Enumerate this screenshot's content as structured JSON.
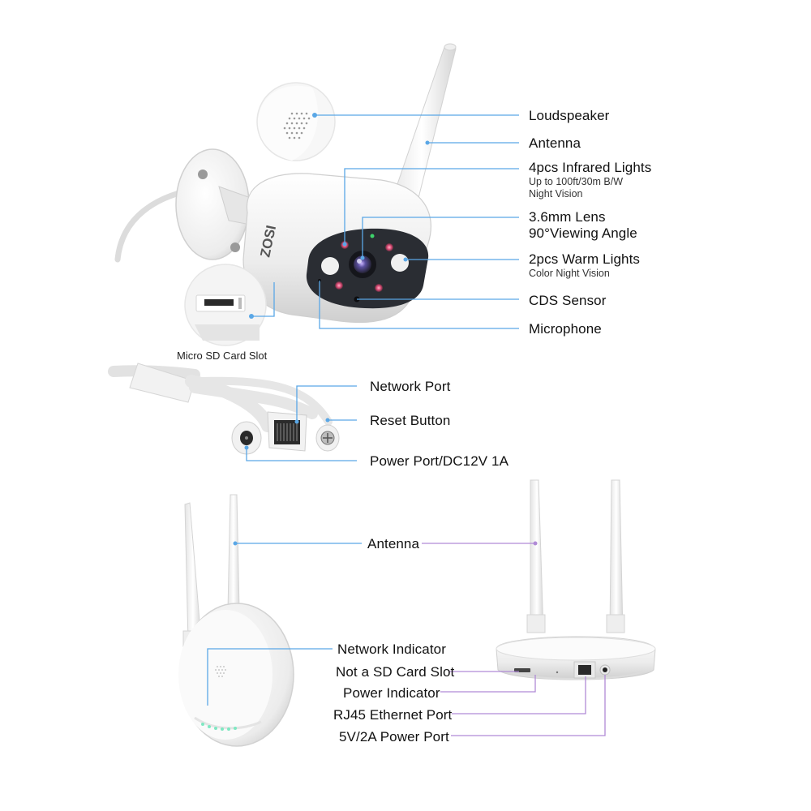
{
  "camera": {
    "brand": "ZOSI",
    "labels": {
      "loudspeaker": "Loudspeaker",
      "antenna": "Antenna",
      "infrared_title": "4pcs Infrared Lights",
      "infrared_sub1": "Up to 100ft/30m B/W",
      "infrared_sub2": "Night Vision",
      "lens_title": "3.6mm Lens",
      "lens_angle": "90°Viewing Angle",
      "warm_title": "2pcs Warm Lights",
      "warm_sub": "Color Night Vision",
      "cds": "CDS Sensor",
      "microphone": "Microphone",
      "sd_slot": "Micro SD Card Slot"
    }
  },
  "cable": {
    "labels": {
      "network_port": "Network Port",
      "reset_button": "Reset Button",
      "power_port": "Power Port/DC12V 1A"
    }
  },
  "router": {
    "labels": {
      "antenna": "Antenna",
      "network_indicator": "Network Indicator",
      "not_sd": "Not a SD Card Slot",
      "power_indicator": "Power Indicator",
      "rj45": "RJ45 Ethernet Port",
      "power_port": "5V/2A Power Port"
    }
  },
  "colors": {
    "camera_leader": "#5aa7e6",
    "router_leader": "#b08ad6",
    "ir_led": "#e0507a",
    "device_white": "#f4f4f4",
    "device_shade": "#d9d9d9",
    "camera_face": "#2a2d33"
  }
}
